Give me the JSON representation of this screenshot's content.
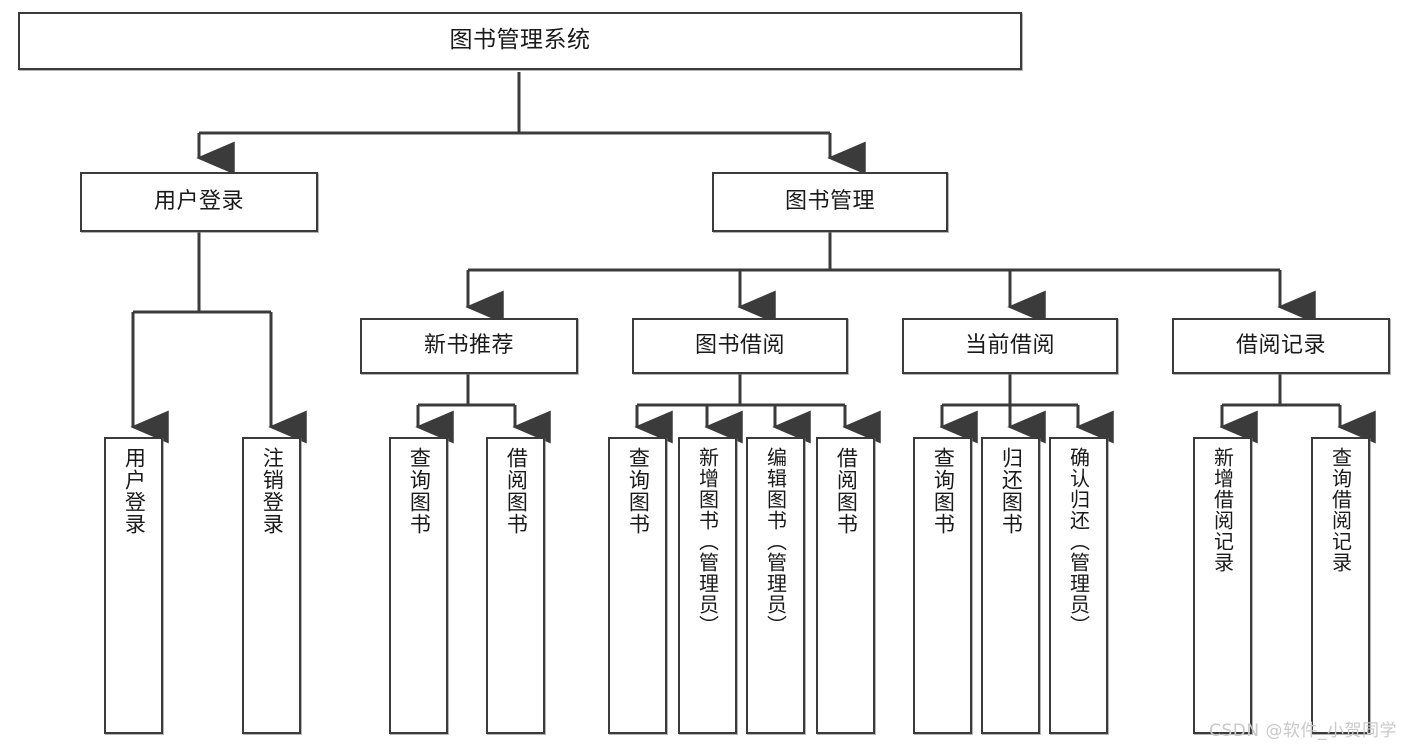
{
  "diagram": {
    "title": "图书管理系统",
    "type": "tree",
    "watermark": "CSDN @软件_小贺同学",
    "accent_color": "#3b3b3b",
    "background_color": "#ffffff",
    "nodes": {
      "root": {
        "label": "图书管理系统"
      },
      "level2": [
        {
          "label": "用户登录"
        },
        {
          "label": "图书管理"
        }
      ],
      "level3": [
        {
          "label": "新书推荐"
        },
        {
          "label": "图书借阅"
        },
        {
          "label": "当前借阅"
        },
        {
          "label": "借阅记录"
        }
      ],
      "leaves": {
        "user_login": [
          {
            "label": "用户登录"
          },
          {
            "label": "注销登录"
          }
        ],
        "new_book_recommend": [
          {
            "label": "查询图书"
          },
          {
            "label": "借阅图书"
          }
        ],
        "book_borrow": [
          {
            "label": "查询图书"
          },
          {
            "label": "新增图书（管理员）"
          },
          {
            "label": "编辑图书（管理员）"
          },
          {
            "label": "借阅图书"
          }
        ],
        "current_borrow": [
          {
            "label": "查询图书"
          },
          {
            "label": "归还图书"
          },
          {
            "label": "确认归还（管理员）"
          }
        ],
        "borrow_record": [
          {
            "label": "新增借阅记录"
          },
          {
            "label": "查询借阅记录"
          }
        ]
      }
    }
  }
}
